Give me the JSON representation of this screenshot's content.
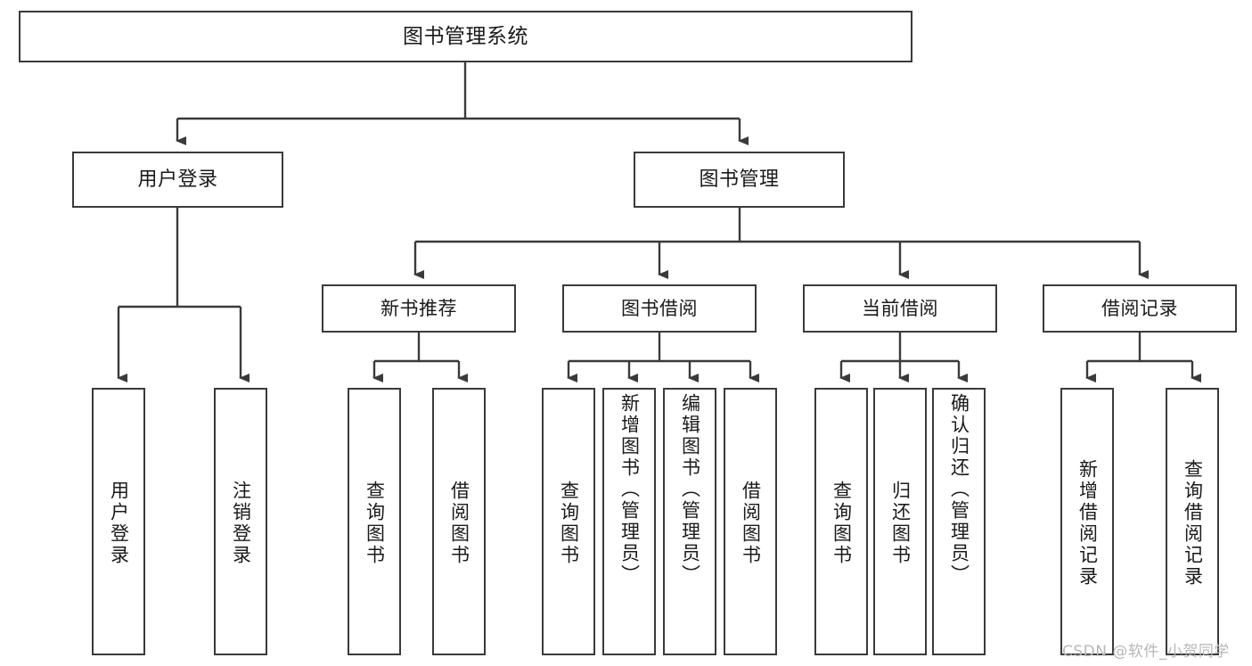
{
  "diagram": {
    "title": "图书管理系统",
    "watermark": "CSDN @软件_小贺同学",
    "colors": {
      "stroke": "#3a3a3a",
      "fill": "#ffffff",
      "text": "#1a1a1a",
      "watermark": "#b8b8b8"
    },
    "root": {
      "label": "图书管理系统"
    },
    "level1": [
      {
        "label": "用户登录"
      },
      {
        "label": "图书管理"
      }
    ],
    "level2": [
      {
        "label": "新书推荐"
      },
      {
        "label": "图书借阅"
      },
      {
        "label": "当前借阅"
      },
      {
        "label": "借阅记录"
      }
    ],
    "leaves": {
      "user_login": [
        {
          "label": "用户登录"
        },
        {
          "label": "注销登录"
        }
      ],
      "new_book": [
        {
          "label": "查询图书"
        },
        {
          "label": "借阅图书"
        }
      ],
      "borrow_book": [
        {
          "label": "查询图书"
        },
        {
          "label": "新增图书（管理员）"
        },
        {
          "label": "编辑图书（管理员）"
        },
        {
          "label": "借阅图书"
        }
      ],
      "current_borrow": [
        {
          "label": "查询图书"
        },
        {
          "label": "归还图书"
        },
        {
          "label": "确认归还（管理员）"
        }
      ],
      "borrow_record": [
        {
          "label": "新增借阅记录"
        },
        {
          "label": "查询借阅记录"
        }
      ]
    }
  }
}
